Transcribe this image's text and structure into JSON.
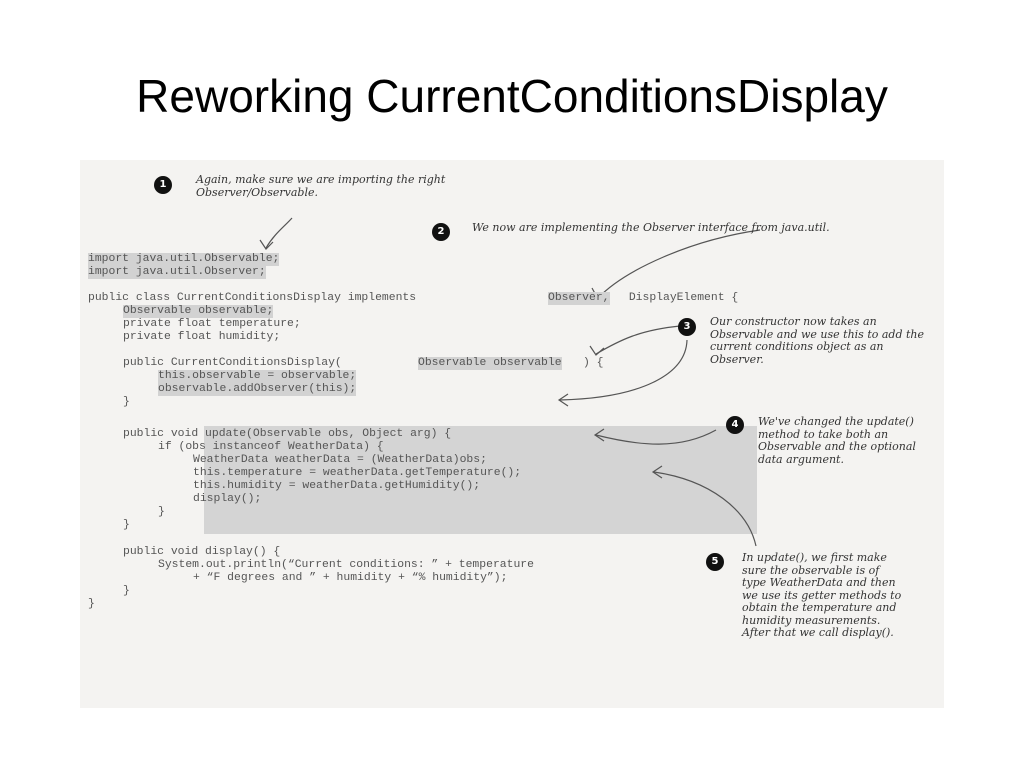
{
  "title": "Reworking CurrentConditionsDisplay",
  "code_lines": [
    "import java.util.Observable;",
    "import java.util.Observer;",
    "public class CurrentConditionsDisplay implements ",
    "Observer,",
    " DisplayElement {",
    "Observable observable;",
    "private float temperature;",
    "private float humidity;",
    "public CurrentConditionsDisplay(",
    "Observable observable",
    ") {",
    "this.observable = observable;",
    "observable.addObserver(this);",
    "}",
    "public void update(Observable obs, Object arg) {",
    "if (obs instanceof WeatherData) {",
    "WeatherData weatherData = (WeatherData)obs;",
    "this.temperature = weatherData.getTemperature();",
    "this.humidity = weatherData.getHumidity();",
    "display();",
    "}",
    "}",
    "public void display() {",
    "System.out.println(“Current conditions: ” + temperature",
    "+ “F degrees and ” + humidity + “% humidity”);",
    "}",
    "}"
  ],
  "annotations": [
    {
      "marker": "1",
      "text": "Again, make sure we are importing the right Observer/Observable."
    },
    {
      "marker": "2",
      "text": "We now are implementing the Observer interface from java.util."
    },
    {
      "marker": "3",
      "text": "Our constructor now takes an Observable and we use this to add the current conditions object as an Observer."
    },
    {
      "marker": "4",
      "text": "We've changed the update() method to take both an Observable and the optional data argument."
    },
    {
      "marker": "5",
      "text": "In update(), we first make sure the observable is of type WeatherData and then we use its getter methods to obtain the temperature and humidity measurements. After that we call display()."
    }
  ]
}
